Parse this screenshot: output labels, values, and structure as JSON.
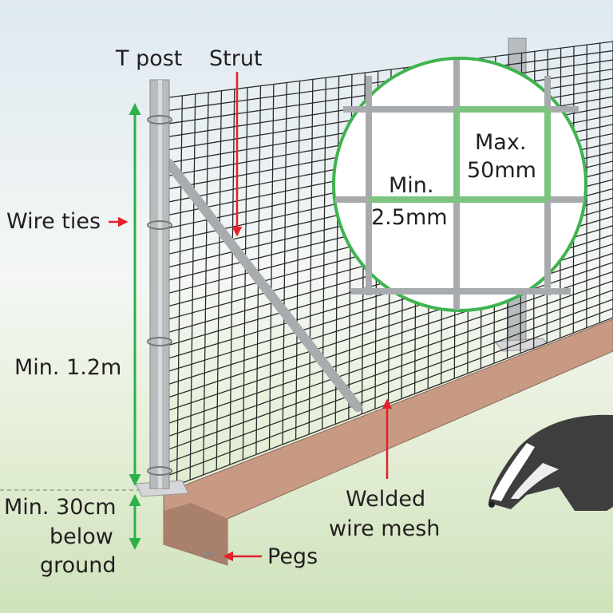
{
  "labels": {
    "t_post": "T post",
    "strut": "Strut",
    "wire_ties": "Wire ties",
    "min_height": "Min. 1.2m",
    "min_depth_1": "Min. 30cm",
    "min_depth_2": "below",
    "min_depth_3": "ground",
    "pegs": "Pegs",
    "welded_1": "Welded",
    "welded_2": "wire mesh",
    "max_1": "Max.",
    "max_2": "50mm",
    "min_wire_1": "Min.",
    "min_wire_2": "2.5mm"
  },
  "colors": {
    "arrow_green": "#2bb14a",
    "arrow_red": "#e4202a",
    "inset_border": "#3fb34f",
    "trench": "#c89a84",
    "mesh": "#2b2b2b",
    "post": "#b9bcbf"
  }
}
